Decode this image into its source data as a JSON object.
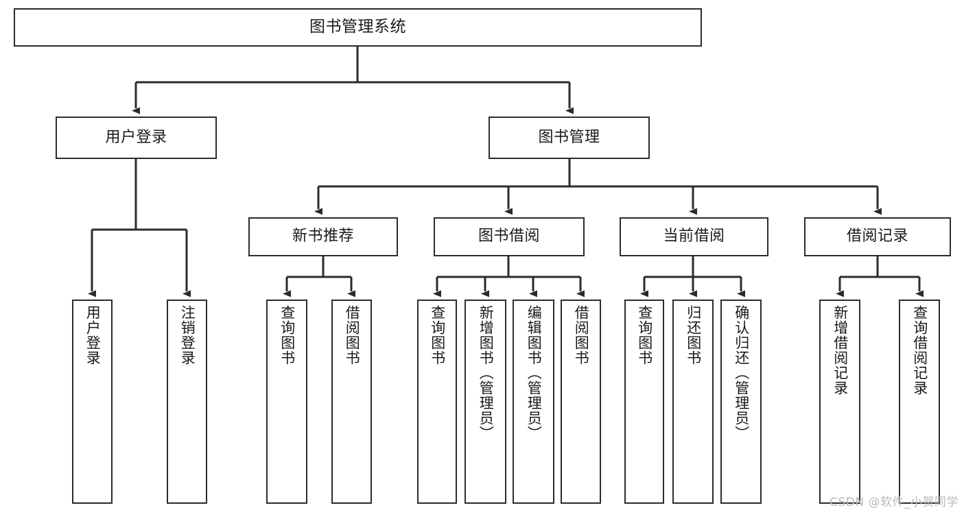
{
  "diagram": {
    "type": "tree-hierarchy",
    "title": "图书管理系统",
    "stroke_color": "#2b2b2b",
    "fill_color": "#ffffff",
    "text_color": "#1a1a1a",
    "levels": {
      "level1": [
        {
          "id": "root",
          "label": "图书管理系统"
        }
      ],
      "level2": [
        {
          "id": "login",
          "label": "用户登录"
        },
        {
          "id": "bookmgmt",
          "label": "图书管理"
        }
      ],
      "level3": [
        {
          "id": "newbook",
          "label": "新书推荐"
        },
        {
          "id": "borrow",
          "label": "图书借阅"
        },
        {
          "id": "current",
          "label": "当前借阅"
        },
        {
          "id": "records",
          "label": "借阅记录"
        }
      ],
      "level4": [
        {
          "id": "leaf-user-login",
          "label": "用户登录",
          "parent": "login"
        },
        {
          "id": "leaf-user-logout",
          "label": "注销登录",
          "parent": "login"
        },
        {
          "id": "leaf-query-book-1",
          "label": "查询图书",
          "parent": "newbook"
        },
        {
          "id": "leaf-borrow-book-1",
          "label": "借阅图书",
          "parent": "newbook"
        },
        {
          "id": "leaf-query-book-2",
          "label": "查询图书",
          "parent": "borrow"
        },
        {
          "id": "leaf-add-book",
          "label": "新增图书（管理员）",
          "parent": "borrow"
        },
        {
          "id": "leaf-edit-book",
          "label": "编辑图书（管理员）",
          "parent": "borrow"
        },
        {
          "id": "leaf-borrow-book-2",
          "label": "借阅图书",
          "parent": "borrow"
        },
        {
          "id": "leaf-query-book-3",
          "label": "查询图书",
          "parent": "current"
        },
        {
          "id": "leaf-return-book",
          "label": "归还图书",
          "parent": "current"
        },
        {
          "id": "leaf-confirm-return",
          "label": "确认归还（管理员）",
          "parent": "current"
        },
        {
          "id": "leaf-add-record",
          "label": "新增借阅记录",
          "parent": "records"
        },
        {
          "id": "leaf-query-record",
          "label": "查询借阅记录",
          "parent": "records"
        }
      ]
    }
  },
  "watermark": {
    "text": "CSDN @软件_小贺同学"
  }
}
